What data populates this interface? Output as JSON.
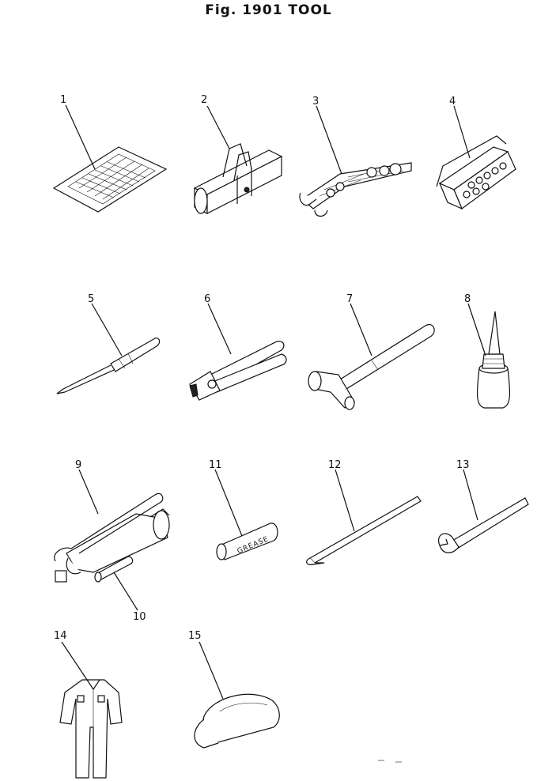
{
  "title": "Fig. 1901 TOOL",
  "grease_label": "GREASE",
  "parts": [
    {
      "no": "1"
    },
    {
      "no": "2"
    },
    {
      "no": "3"
    },
    {
      "no": "4"
    },
    {
      "no": "5"
    },
    {
      "no": "6"
    },
    {
      "no": "7"
    },
    {
      "no": "8"
    },
    {
      "no": "9"
    },
    {
      "no": "10"
    },
    {
      "no": "11"
    },
    {
      "no": "12"
    },
    {
      "no": "13"
    },
    {
      "no": "14"
    },
    {
      "no": "15"
    }
  ]
}
